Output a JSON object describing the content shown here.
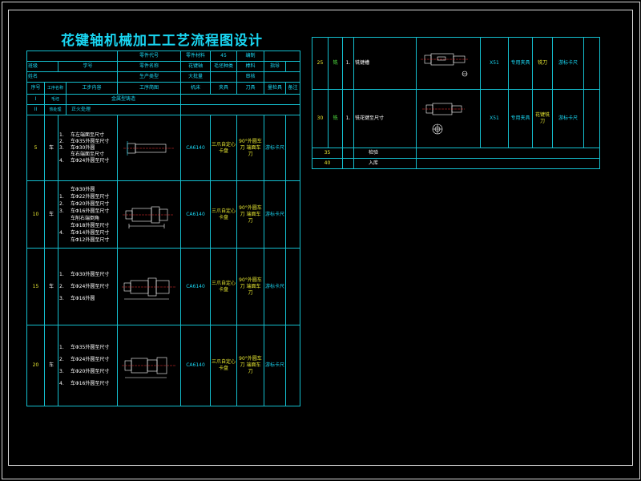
{
  "title": "花键轴机械加工工艺流程图设计",
  "colors": {
    "background": "#000000",
    "grid": "#14bfcf",
    "title": "#19d6f2",
    "text": "#ffffff",
    "accent_yellow": "#e8e832",
    "accent_green": "#55ee44"
  },
  "header": {
    "r1": [
      "零件代号",
      "零件材料",
      "45",
      "编制"
    ],
    "r2": [
      "班级",
      "学号",
      "零件名称",
      "花键轴",
      "毛坯种类",
      "棒料",
      "指导"
    ],
    "r3": [
      "姓名",
      "生产类型",
      "大批量",
      "审核"
    ],
    "r4": [
      "序号",
      "工序名称",
      "工步内容",
      "工序简图",
      "机床",
      "夹具",
      "刀具",
      "量检具",
      "备注"
    ]
  },
  "pre_rows": [
    {
      "seq": "I",
      "name": "毛坯",
      "content": "金属型铸造"
    },
    {
      "seq": "II",
      "name": "热处理",
      "content": "正火处理"
    }
  ],
  "ops": [
    {
      "seq": "5",
      "name": "车",
      "steps": [
        {
          "n": "1.",
          "t": "车左端面至尺寸"
        },
        {
          "n": "2.",
          "t": "车Φ35外圆至尺寸"
        },
        {
          "n": "3.",
          "t": "车Φ30外圆"
        },
        {
          "n": "",
          "t": "车右端面至尺寸"
        },
        {
          "n": "4.",
          "t": "车Φ24外圆至尺寸"
        }
      ],
      "machine": "CA6140",
      "fixture": "三爪自定心卡盘",
      "tool": "90°外圆车刀 端面车刀",
      "gauge": "游标卡尺"
    },
    {
      "seq": "10",
      "name": "车",
      "steps": [
        {
          "n": "",
          "t": "车Φ30外圆"
        },
        {
          "n": "1.",
          "t": "车Φ22外圆至尺寸"
        },
        {
          "n": "2.",
          "t": "车Φ20外圆至尺寸"
        },
        {
          "n": "3.",
          "t": "车Φ16外圆至尺寸"
        },
        {
          "n": "",
          "t": "车削右端倒角"
        },
        {
          "n": "",
          "t": "车Φ18外圆至尺寸"
        },
        {
          "n": "4.",
          "t": "车Φ14外圆至尺寸"
        },
        {
          "n": "",
          "t": "车Φ12外圆至尺寸"
        }
      ],
      "machine": "CA6140",
      "fixture": "三爪自定心卡盘",
      "tool": "90°外圆车刀 端面车刀",
      "gauge": "游标卡尺"
    },
    {
      "seq": "15",
      "name": "车",
      "steps": [
        {
          "n": "1.",
          "t": "车Φ30外圆至尺寸"
        },
        {
          "n": "2.",
          "t": "车Φ24外圆至尺寸"
        },
        {
          "n": "3.",
          "t": "车Φ16外圆"
        }
      ],
      "machine": "CA6140",
      "fixture": "三爪自定心卡盘",
      "tool": "90°外圆车刀 端面车刀",
      "gauge": "游标卡尺"
    },
    {
      "seq": "20",
      "name": "车",
      "steps": [
        {
          "n": "1.",
          "t": "车Φ35外圆至尺寸"
        },
        {
          "n": "2.",
          "t": "车Φ24外圆至尺寸"
        },
        {
          "n": "3.",
          "t": "车Φ20外圆至尺寸"
        },
        {
          "n": "4.",
          "t": "车Φ16外圆至尺寸"
        }
      ],
      "machine": "CA6140",
      "fixture": "三爪自定心卡盘",
      "tool": "90°外圆车刀 端面车刀",
      "gauge": "游标卡尺"
    }
  ],
  "right_ops": [
    {
      "seq": "25",
      "name": "铣",
      "n": "1.",
      "content": "铣键槽",
      "machine": "X51",
      "fixture": "专用夹具",
      "tool": "铣刀",
      "gauge": "游标卡尺"
    },
    {
      "seq": "30",
      "name": "铣",
      "n": "1.",
      "content": "铣花键至尺寸",
      "machine": "X51",
      "fixture": "专用夹具",
      "tool": "花键铣刀",
      "gauge": "游标卡尺"
    }
  ],
  "right_tail": [
    {
      "seq": "35",
      "content": "检验"
    },
    {
      "seq": "40",
      "content": "入库"
    }
  ]
}
